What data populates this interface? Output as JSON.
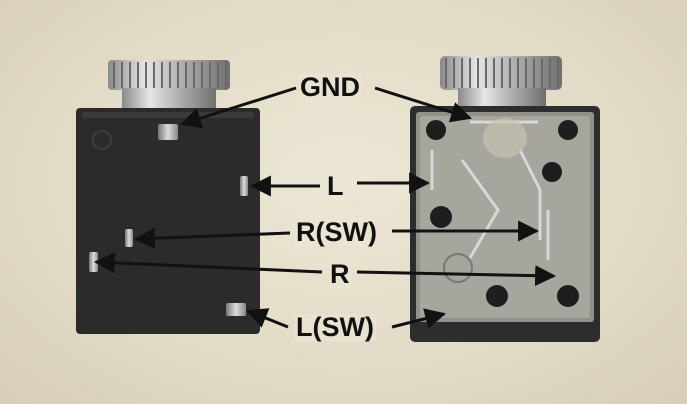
{
  "labels": {
    "gnd": "GND",
    "l": "L",
    "r_sw": "R(SW)",
    "r": "R",
    "l_sw": "L(SW)"
  },
  "colors": {
    "background": "#e6dfcc",
    "housing": "#2a2a2a",
    "nut": "#bfbfbf",
    "arrow": "#111111"
  }
}
